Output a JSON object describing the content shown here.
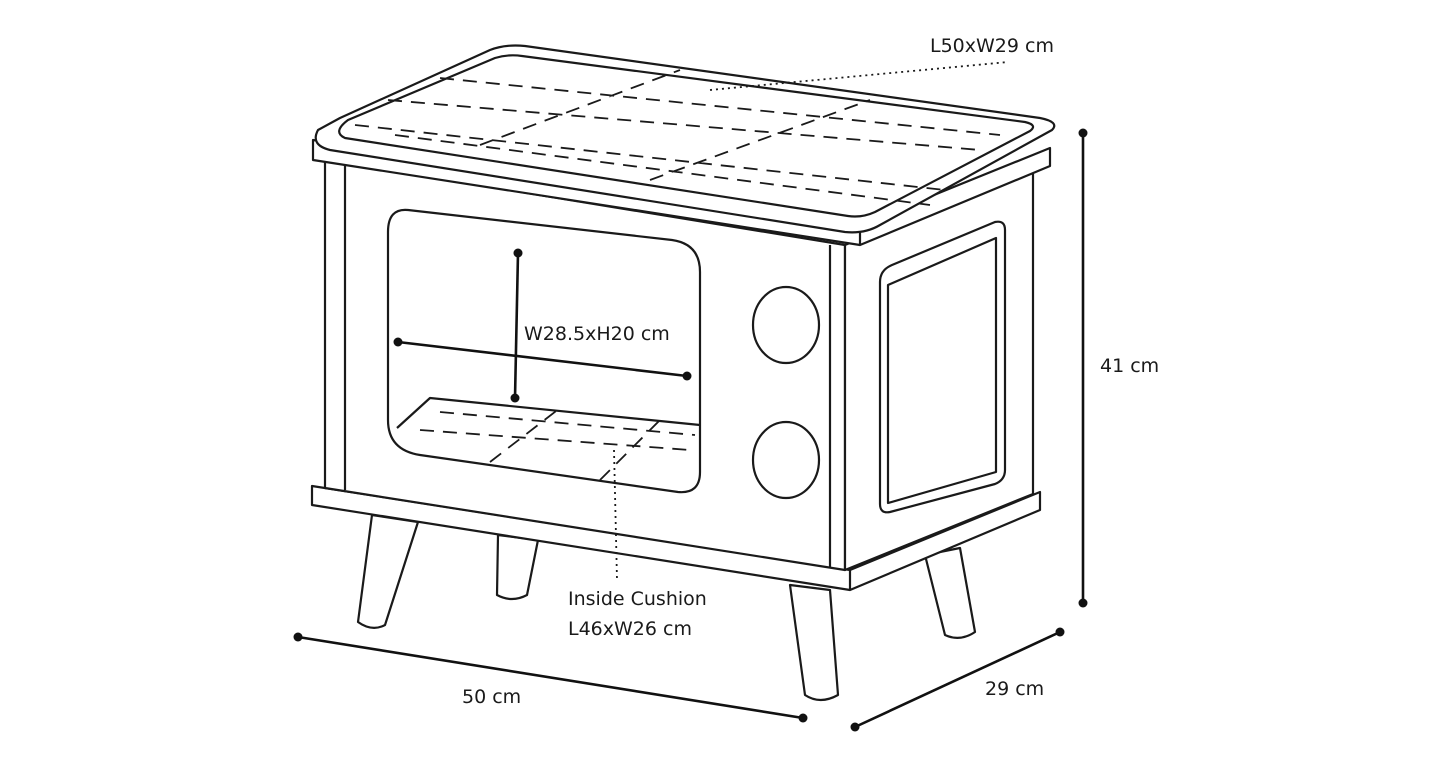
{
  "labels": {
    "top_cushion": "L50xW29 cm",
    "opening": "W28.5xH20 cm",
    "height": "41 cm",
    "inside_cushion_title": "Inside Cushion",
    "inside_cushion_size": "L46xW26 cm",
    "length": "50 cm",
    "depth": "29 cm"
  },
  "colors": {
    "line": "#1a1a1a",
    "background": "#ffffff"
  }
}
